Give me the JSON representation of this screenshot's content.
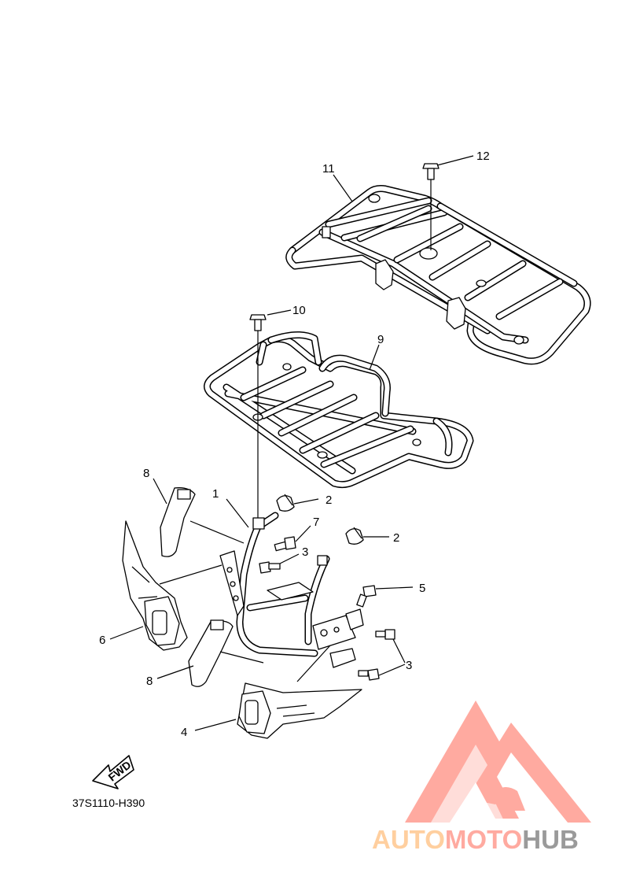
{
  "diagram": {
    "code": "37S1110-H390",
    "fwd_label": "FWD",
    "callouts": [
      {
        "id": "c1",
        "label": "1"
      },
      {
        "id": "c2a",
        "label": "2"
      },
      {
        "id": "c2b",
        "label": "2"
      },
      {
        "id": "c3a",
        "label": "3"
      },
      {
        "id": "c3b",
        "label": "3"
      },
      {
        "id": "c4",
        "label": "4"
      },
      {
        "id": "c5",
        "label": "5"
      },
      {
        "id": "c6",
        "label": "6"
      },
      {
        "id": "c7",
        "label": "7"
      },
      {
        "id": "c8a",
        "label": "8"
      },
      {
        "id": "c8b",
        "label": "8"
      },
      {
        "id": "c9",
        "label": "9"
      },
      {
        "id": "c10",
        "label": "10"
      },
      {
        "id": "c11",
        "label": "11"
      },
      {
        "id": "c12",
        "label": "12"
      }
    ]
  },
  "watermark": {
    "part1": "AUTO",
    "part2": "MOTO",
    "part3": "HUB",
    "colors": {
      "auto": "#ffcf9f",
      "moto": "#ffaaa0",
      "hub": "#9a9a9a"
    }
  }
}
